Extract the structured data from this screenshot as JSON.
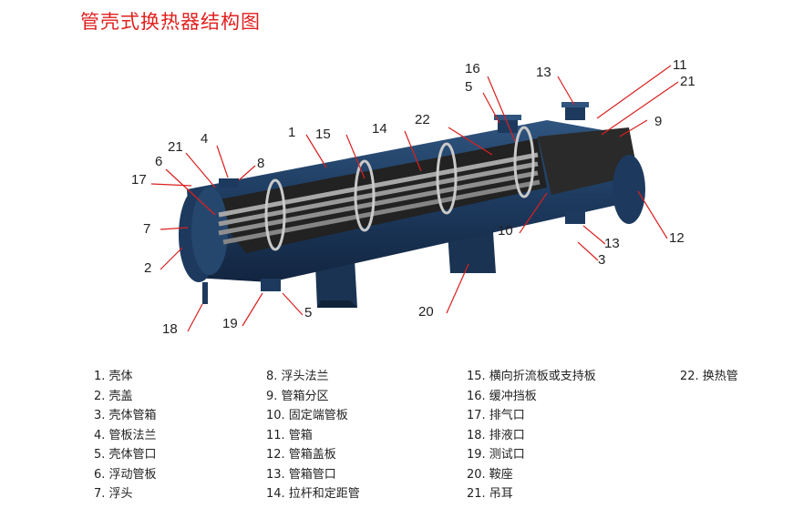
{
  "title": "管壳式换热器结构图",
  "callouts": [
    "16",
    "13",
    "11",
    "5",
    "21",
    "22",
    "9",
    "1",
    "15",
    "14",
    "4",
    "21",
    "6",
    "8",
    "17",
    "7",
    "2",
    "10",
    "13",
    "12",
    "3",
    "20",
    "18",
    "19",
    "5"
  ],
  "legend": {
    "col1": [
      "1. 壳体",
      "2. 壳盖",
      "3. 壳体管箱",
      "4. 管板法兰",
      "5. 壳体管口",
      "6. 浮动管板",
      "7. 浮头"
    ],
    "col2": [
      "8. 浮头法兰",
      "9. 管箱分区",
      "10. 固定端管板",
      "11. 管箱",
      "12. 管箱盖板",
      "13. 管箱管口",
      "14. 拉杆和定距管"
    ],
    "col3": [
      "15. 横向折流板或支持板",
      "16. 缓冲挡板",
      "17. 排气口",
      "18. 排液口",
      "19. 测试口",
      "20. 鞍座",
      "21. 吊耳"
    ],
    "col4": [
      "22. 换热管"
    ]
  },
  "colors": {
    "shell": "#1d3a5e",
    "shell_dark": "#13263f",
    "shell_light": "#2f557f",
    "interior": "#2a2a2a",
    "tube": "#9a9a9a",
    "leader": "#d9201f",
    "title": "#e0201f"
  }
}
